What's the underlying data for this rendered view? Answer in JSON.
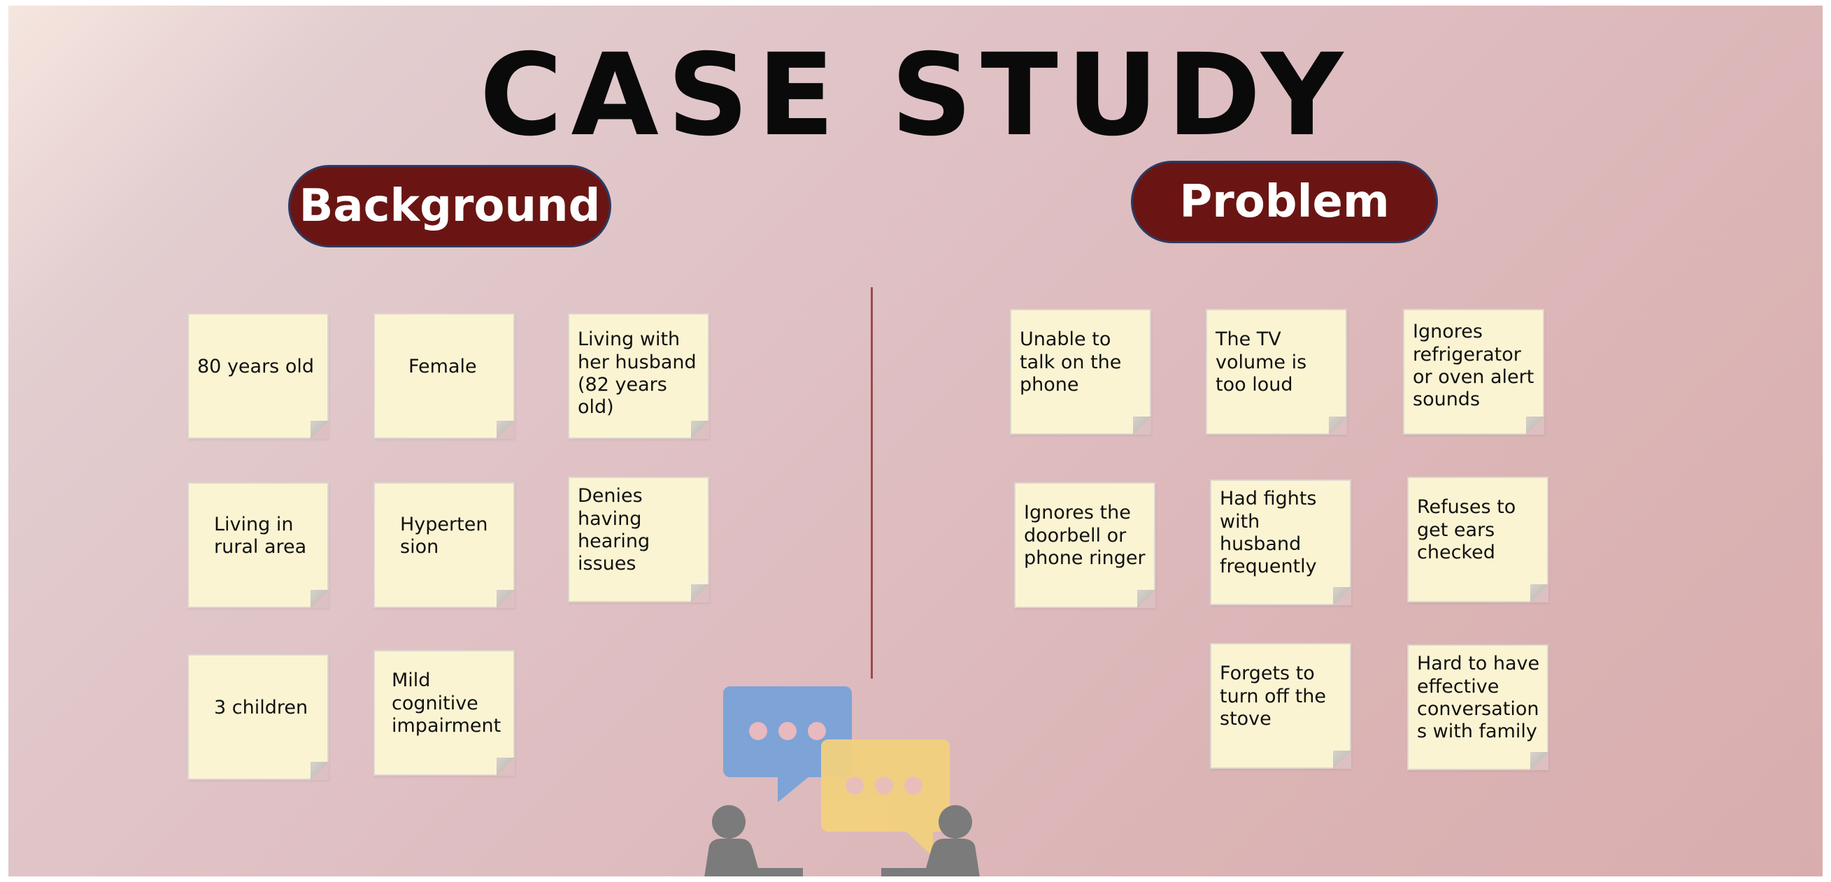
{
  "title": "CASE STUDY",
  "sections": {
    "background": {
      "heading": "Background",
      "notes": [
        "80 years old",
        "Female",
        "Living with her husband (82 years old)",
        "Living in rural area",
        "Hyperten sion",
        "Denies having hearing issues",
        "3 children",
        "Mild cognitive impairment"
      ]
    },
    "problem": {
      "heading": "Problem",
      "notes": [
        "Unable to talk on the phone",
        "The TV volume is too loud",
        "Ignores refrigerator or oven alert sounds",
        "Ignores the doorbell or phone ringer",
        "Had fights with husband frequently",
        "Refuses to get ears checked",
        "Forgets to turn off the stove",
        "Hard to have effective conversation s with family"
      ]
    }
  },
  "colors": {
    "pill": "#6a1513",
    "note": "#fbf4d3",
    "bubble_blue": "#7ea3d6",
    "bubble_yellow": "#f2d17e",
    "figure": "#7b7b7b"
  },
  "icons": [
    "speech-bubble-icon",
    "person-icon"
  ]
}
